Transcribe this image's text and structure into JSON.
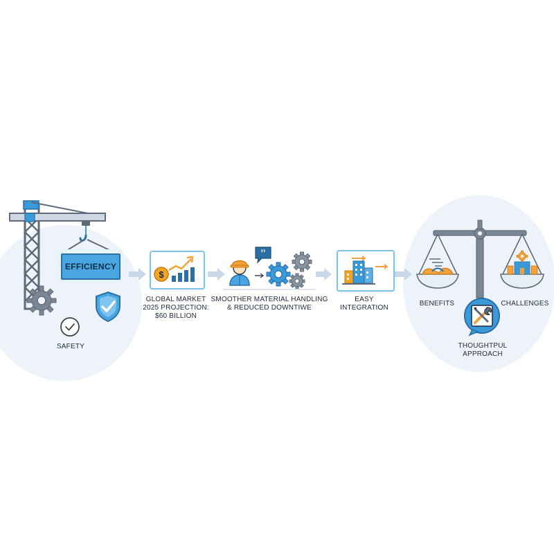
{
  "stages": {
    "efficiency": "EFFICIENCY",
    "safety": "SAFETY",
    "market_line1": "GLOBAL MARKET",
    "market_line2": "2025 PROJECTION:",
    "market_line3": "$60 BILLION",
    "handling_line1": "SMOOTHER MATERIAL HANDLING",
    "handling_line2": "& REDUCED DOWNTIWE",
    "integration_line1": "EASY",
    "integration_line2": "INTEGRATION",
    "benefits": "BENEFITS",
    "challenges": "CHALLENGES",
    "approach_line1": "THOUGHTPUL",
    "approach_line2": "APPROACH"
  },
  "colors": {
    "accent_blue": "#3a9ad9",
    "dark_gray": "#5f6b7a",
    "orange": "#f2a13b",
    "pale_background": "#eef3f9"
  },
  "icons": [
    "crane-icon",
    "gear-icon",
    "shield-check-icon",
    "check-circle-icon",
    "dollar-growth-chart-icon",
    "worker-icon",
    "speech-bubble-icon",
    "gears-icon",
    "building-integration-icon",
    "balance-scale-icon",
    "tools-icon"
  ]
}
